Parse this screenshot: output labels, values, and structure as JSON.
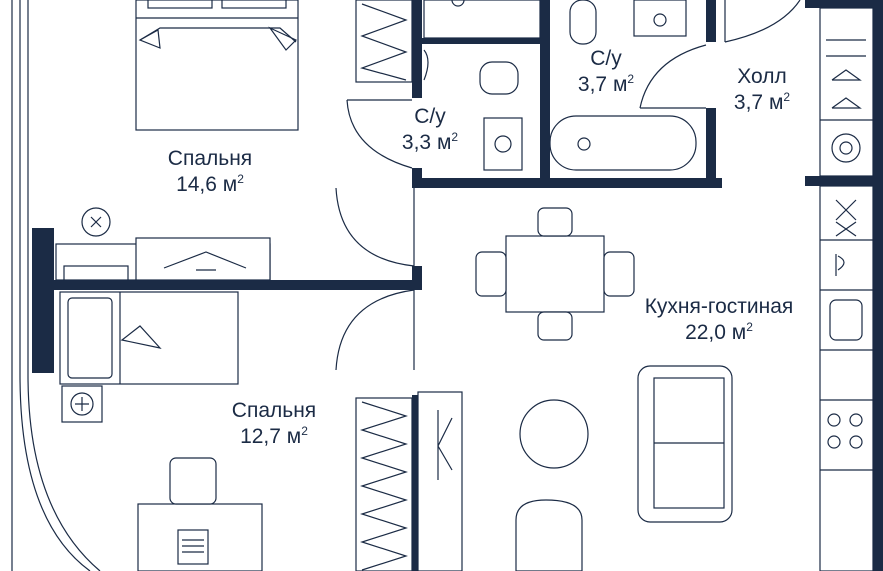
{
  "rooms": [
    {
      "id": "bedroom_large",
      "name": "Спальня",
      "area": "14,6 м",
      "unit_sup": "2"
    },
    {
      "id": "bath_small",
      "name": "С/у",
      "area": "3,3 м",
      "unit_sup": "2"
    },
    {
      "id": "bath_right",
      "name": "С/у",
      "area": "3,7 м",
      "unit_sup": "2"
    },
    {
      "id": "hall",
      "name": "Холл",
      "area": "3,7 м",
      "unit_sup": "2"
    },
    {
      "id": "kitchen_living",
      "name": "Кухня-гостиная",
      "area": "22,0 м",
      "unit_sup": "2"
    },
    {
      "id": "bedroom_small",
      "name": "Спальня",
      "area": "12,7 м",
      "unit_sup": "2"
    }
  ],
  "colors": {
    "wall": "#1b2b45",
    "background": "#ffffff",
    "line": "#1b2b45"
  }
}
